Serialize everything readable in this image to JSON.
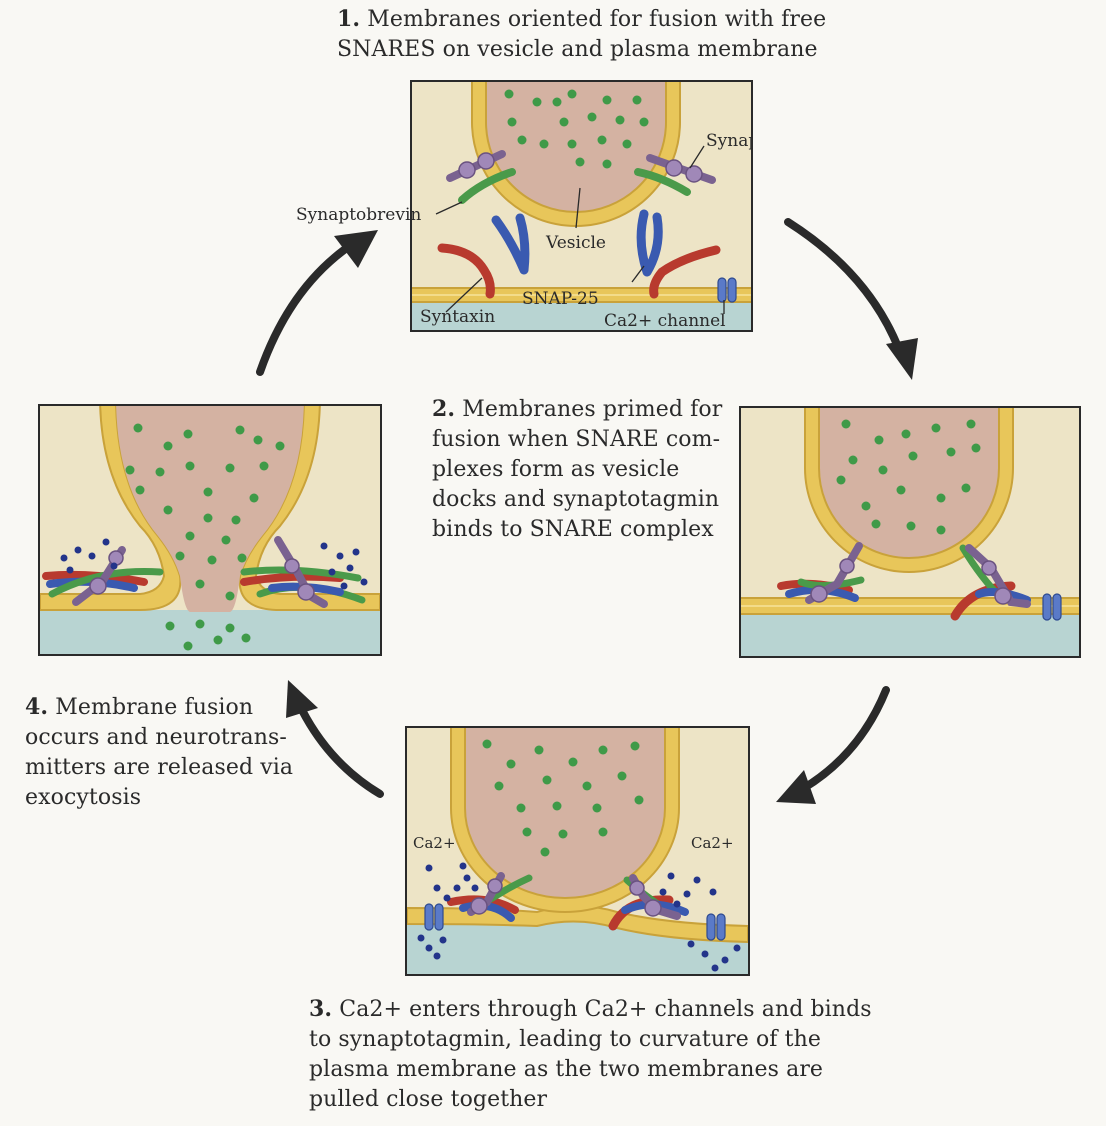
{
  "steps": [
    {
      "num": "1.",
      "text": "Membranes oriented for fusion with free SNARES on vesicle and plasma membrane",
      "lines": [
        "Membranes oriented for fusion with free",
        "SNARES on vesicle and plasma membrane"
      ]
    },
    {
      "num": "2.",
      "text": "Membranes primed for fusion when SNARE complexes form as vesicle docks and synaptotagmin binds to SNARE complex",
      "lines": [
        "Membranes primed for",
        "fusion when SNARE com-",
        "plexes form as vesicle",
        "docks and synaptotagmin",
        "binds to SNARE complex"
      ]
    },
    {
      "num": "3.",
      "text": "Ca2+ enters through Ca2+ channels and binds to synaptotagmin, leading to curvature of the plasma membrane as the two membranes are pulled close together",
      "lines": [
        "Ca2+ enters through Ca2+ channels and binds",
        "to synaptotagmin, leading to curvature of the",
        "plasma membrane as the two membranes are",
        "pulled close together"
      ]
    },
    {
      "num": "4.",
      "text": "Membrane fusion occurs and neurotransmitters are released via exocytosis",
      "lines": [
        "Membrane fusion",
        "occurs and neurotrans-",
        "mitters are released via",
        "exocytosis"
      ]
    }
  ],
  "labels": {
    "synaptotagmin": "Synaptotagmin",
    "synaptobrevin": "Synaptobrevin",
    "vesicle": "Vesicle",
    "snap25": "SNAP-25",
    "syntaxin": "Syntaxin",
    "ca_channel": "Ca2+ channel",
    "ca_left": "Ca2+",
    "ca_right": "Ca2+"
  },
  "colors": {
    "cytoplasm": "#ede4c6",
    "membrane": "#e8c65a",
    "membrane_edge": "#c9a23a",
    "vesicle_lumen": "#d4b2a2",
    "cleft": "#b8d4d2",
    "neurotransmitter": "#3f9a48",
    "synaptobrevin": "#4a9a4a",
    "syntaxin": "#b83a2e",
    "snap25": "#3a5ab0",
    "synaptotagmin": "#a088b8",
    "calcium": "#23348a",
    "ca_channel": "#5a7ac8",
    "arrow": "#2a2a2a"
  }
}
